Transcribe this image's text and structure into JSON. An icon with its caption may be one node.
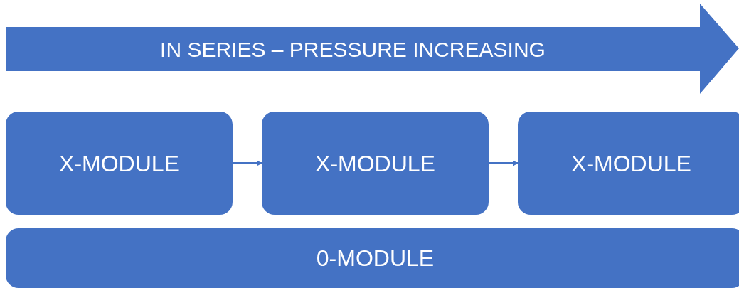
{
  "diagram": {
    "nodes": [
      {
        "text": [
          "IN SERIES – PRESSURE INCREASING"
        ]
      },
      {
        "text": [
          "X-MODULE"
        ]
      },
      {
        "text": [
          "X-MODULE"
        ]
      },
      {
        "text": [
          "X-MODULE"
        ]
      },
      {
        "text": [
          "0-MODULE"
        ]
      }
    ],
    "edges": [
      {
        "from": 1,
        "to": 2,
        "arrow": "to"
      },
      {
        "from": 2,
        "to": 3,
        "arrow": "to"
      }
    ]
  }
}
